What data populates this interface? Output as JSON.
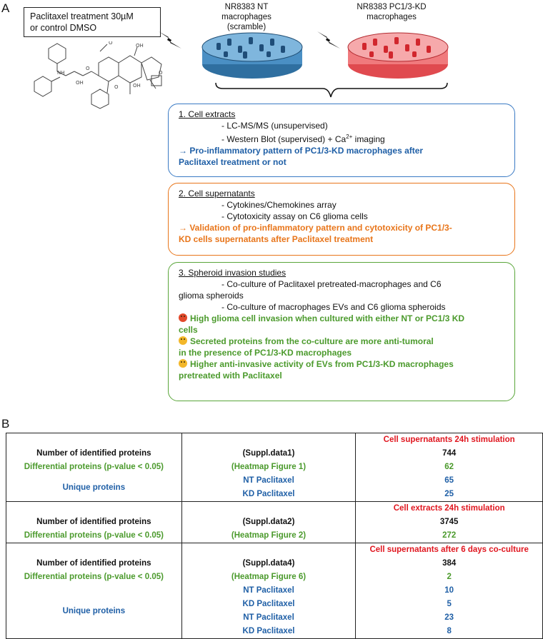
{
  "panel_a": "A",
  "panel_b": "B",
  "treatment": {
    "line1": "Paclitaxel treatment 30µM",
    "line2": "or control DMSO"
  },
  "dish_nt": {
    "line1": "NR8383 NT",
    "line2": "macrophages",
    "line3": "(scramble)"
  },
  "dish_kd": {
    "line1": "NR8383 PC1/3-KD",
    "line2": "macrophages"
  },
  "box1": {
    "title": "1. Cell extracts",
    "item1": "- LC-MS/MS (unsupervised)",
    "item2a": "- Western Blot (supervised)  + Ca",
    "item2sup": "2+",
    "item2b": " imaging",
    "result_arrow": "→",
    "result": "Pro-inflammatory pattern of PC1/3-KD macrophages after",
    "result2": "Paclitaxel treatment or not",
    "color": "#3a7ac4"
  },
  "box2": {
    "title": "2. Cell supernatants",
    "item1": "- Cytokines/Chemokines  array",
    "item2": "- Cytotoxicity assay on C6 glioma cells",
    "result_arrow": "→",
    "result": "Validation of pro-inflammatory pattern and cytotoxicity of PC1/3-",
    "result2": "KD cells supernatants after Paclitaxel treatment",
    "color": "#e8751a"
  },
  "box3": {
    "title": "3. Spheroid invasion studies",
    "item1": "- Co-culture of Paclitaxel pretreated-macrophages and C6",
    "item1b": "glioma spheroids",
    "item2": "- Co-culture of macrophages EVs and C6 glioma spheroids",
    "r1": "High glioma cell invasion when cultured with either NT or PC1/3 KD",
    "r1b": "cells",
    "r2": "Secreted proteins from the co-culture are more anti-tumoral",
    "r2b": "in the presence of PC1/3-KD macrophages",
    "r3": "Higher anti-invasive activity of EVs from PC1/3-KD macrophages",
    "r3b": "pretreated with Paclitaxel",
    "color": "#5aa63a"
  },
  "table": {
    "sections": [
      {
        "header": "Cell supernatants 24h stimulation",
        "rows": [
          {
            "label": "Number of identified proteins",
            "source": "(Suppl.data1)",
            "value": "744",
            "kind": "black"
          },
          {
            "label": "Differential proteins (p-value < 0.05)",
            "source": "(Heatmap Figure 1)",
            "value": "62",
            "kind": "green"
          },
          {
            "label": "",
            "source": "NT Paclitaxel",
            "value": "65",
            "kind": "blue"
          },
          {
            "label": "",
            "source": "KD Paclitaxel",
            "value": "25",
            "kind": "blue"
          }
        ],
        "unique_label": "Unique proteins"
      },
      {
        "header": "Cell extracts 24h stimulation",
        "rows": [
          {
            "label": "Number of identified proteins",
            "source": "(Suppl.data2)",
            "value": "3745",
            "kind": "black"
          },
          {
            "label": "Differential proteins (p-value < 0.05)",
            "source": "(Heatmap Figure 2)",
            "value": "272",
            "kind": "green"
          }
        ]
      },
      {
        "header": "Cell supernatants after 6 days co-culture",
        "rows": [
          {
            "label": "Number of identified proteins",
            "source": "(Suppl.data4)",
            "value": "384",
            "kind": "black"
          },
          {
            "label": "Differential proteins (p-value < 0.05)",
            "source": "(Heatmap Figure 6)",
            "value": "2",
            "kind": "green"
          },
          {
            "label": "",
            "source": "NT Paclitaxel",
            "value": "10",
            "kind": "blue"
          },
          {
            "label": "",
            "source": "KD Paclitaxel",
            "value": "5",
            "kind": "blue"
          },
          {
            "label": "",
            "source": "NT Paclitaxel",
            "value": "23",
            "kind": "blue"
          },
          {
            "label": "",
            "source": "KD Paclitaxel",
            "value": "8",
            "kind": "blue"
          }
        ],
        "unique_label": "Unique proteins"
      }
    ]
  }
}
